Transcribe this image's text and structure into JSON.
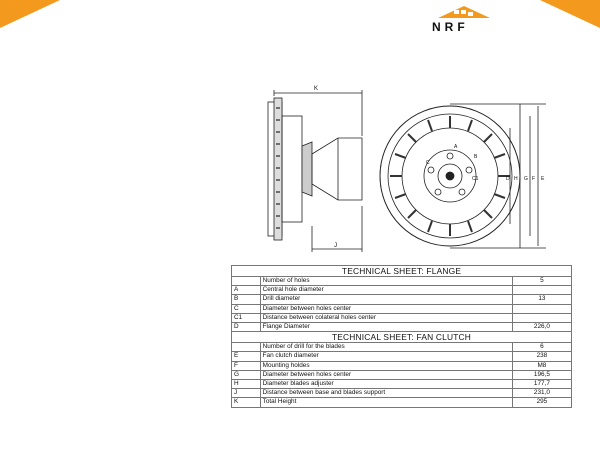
{
  "brand": {
    "logo_text": "NRF",
    "accent_color": "#f39a1e"
  },
  "drawing": {
    "dimension_labels": [
      "K",
      "J",
      "A",
      "B",
      "C",
      "C1",
      "D",
      "H",
      "G",
      "F",
      "E"
    ]
  },
  "flange": {
    "title": "TECHNICAL SHEET: FLANGE",
    "rows": [
      {
        "code": "",
        "label": "Number of holes",
        "value": "5"
      },
      {
        "code": "A",
        "label": "Central hole diameter",
        "value": ""
      },
      {
        "code": "B",
        "label": "Drill diameter",
        "value": "13"
      },
      {
        "code": "C",
        "label": "Diameter between holes center",
        "value": ""
      },
      {
        "code": "C1",
        "label": "Distance between colateral holes center",
        "value": ""
      },
      {
        "code": "D",
        "label": "Flange Diameter",
        "value": "226,0"
      }
    ]
  },
  "fan_clutch": {
    "title": "TECHNICAL SHEET: FAN CLUTCH",
    "rows": [
      {
        "code": "",
        "label": "Number of drill for the blades",
        "value": "6"
      },
      {
        "code": "E",
        "label": "Fan clutch diameter",
        "value": "238"
      },
      {
        "code": "F",
        "label": "Mounting holdes",
        "value": "M8"
      },
      {
        "code": "G",
        "label": "Diameter between holes center",
        "value": "196,5"
      },
      {
        "code": "H",
        "label": "Diameter blades adjuster",
        "value": "177,7"
      },
      {
        "code": "J",
        "label": "Distance between base and blades support",
        "value": "231,0"
      },
      {
        "code": "K",
        "label": "Total Height",
        "value": "295"
      }
    ]
  }
}
